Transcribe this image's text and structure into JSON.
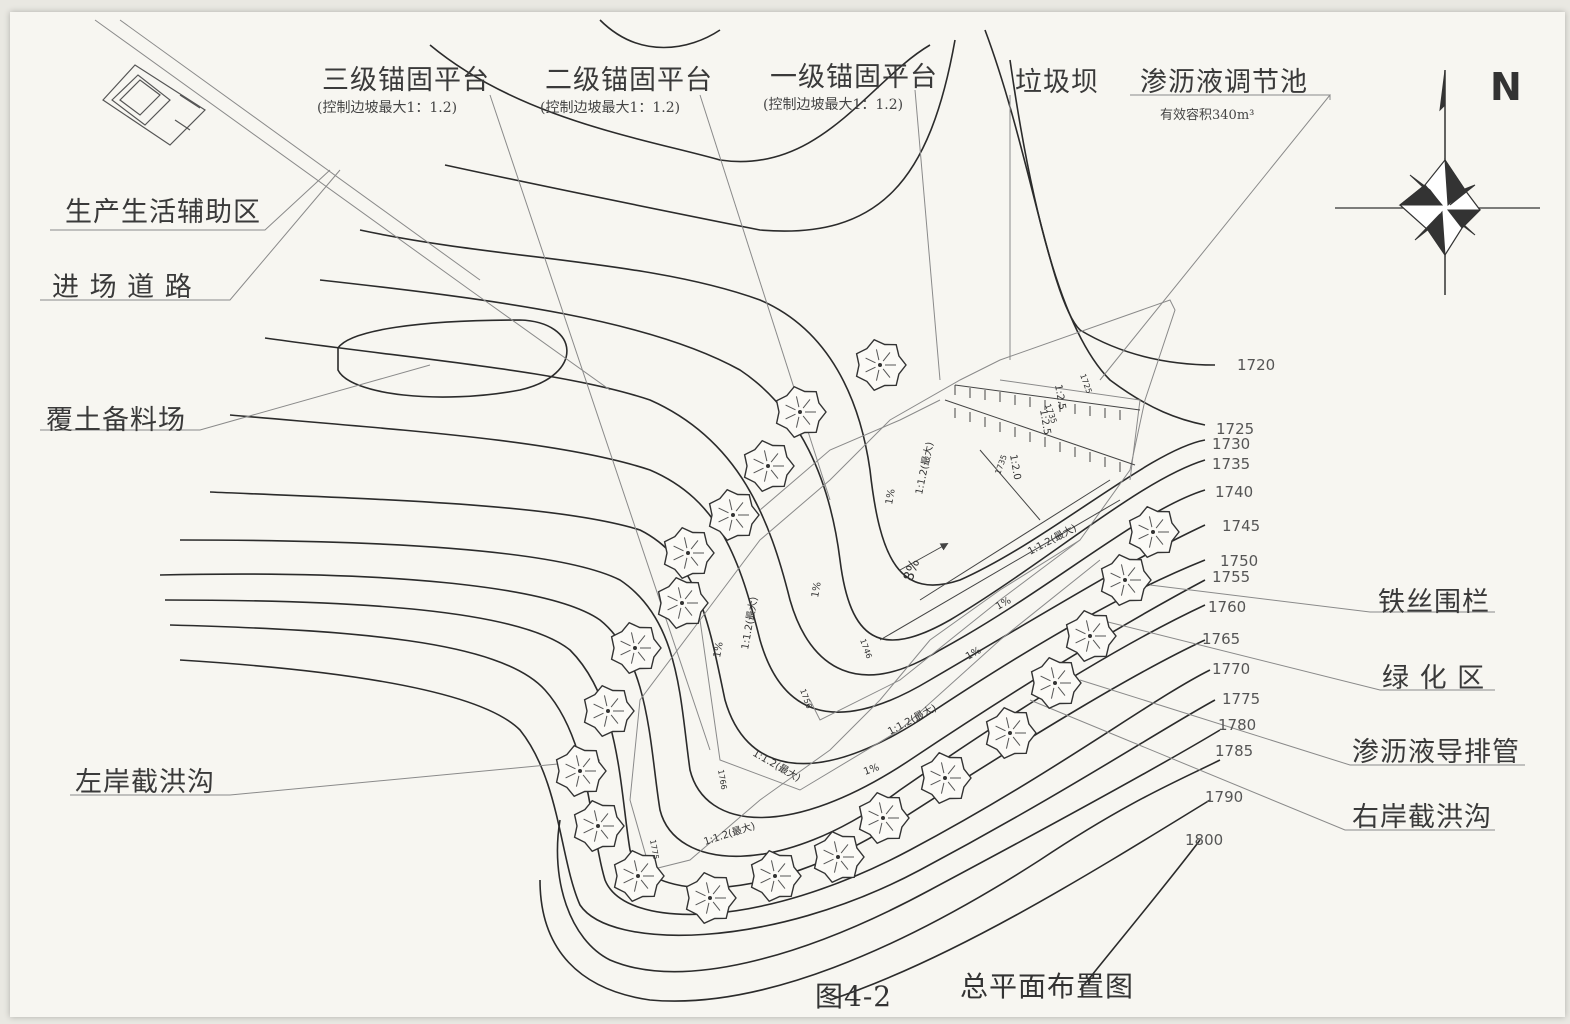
{
  "platforms": [
    {
      "title": "三级锚固平台",
      "note": "(控制边坡最大1：1.2)"
    },
    {
      "title": "二级锚固平台",
      "note": "(控制边坡最大1：1.2)"
    },
    {
      "title": "一级锚固平台",
      "note": "(控制边坡最大1：1.2)"
    }
  ],
  "dam_label": "垃圾坝",
  "pond_label": "渗沥液调节池",
  "pond_note": "有效容积340m³",
  "north_label": "N",
  "left_labels": {
    "aux_area": "生产生活辅助区",
    "access_road": "进 场 道 路",
    "soil_stock": "覆土备料场",
    "left_ditch": "左岸截洪沟"
  },
  "right_labels": {
    "fence": "铁丝围栏",
    "green": "绿 化 区",
    "leachate_pipe": "渗沥液导排管",
    "right_ditch": "右岸截洪沟"
  },
  "contour_elevations": [
    "1720",
    "1725",
    "1730",
    "1735",
    "1740",
    "1745",
    "1750",
    "1755",
    "1760",
    "1765",
    "1770",
    "1775",
    "1780",
    "1785",
    "1790",
    "1800"
  ],
  "slope_labels": [
    "1:1.2(最大)",
    "1:1.2(最大)",
    "1:1.2(最大)",
    "1:1.2(最大)",
    "1:1.2(最大)",
    "1:1.2(最大)",
    "1:2.5",
    "1:2.5",
    "1:2.0",
    "8%",
    "1%",
    "1%",
    "1%",
    "1%",
    "1%",
    "1%"
  ],
  "inner_elevations": [
    "1725",
    "1735",
    "1735",
    "1746",
    "1756",
    "1766",
    "1775"
  ],
  "figure_number": "图4-2",
  "figure_title": "总平面布置图"
}
